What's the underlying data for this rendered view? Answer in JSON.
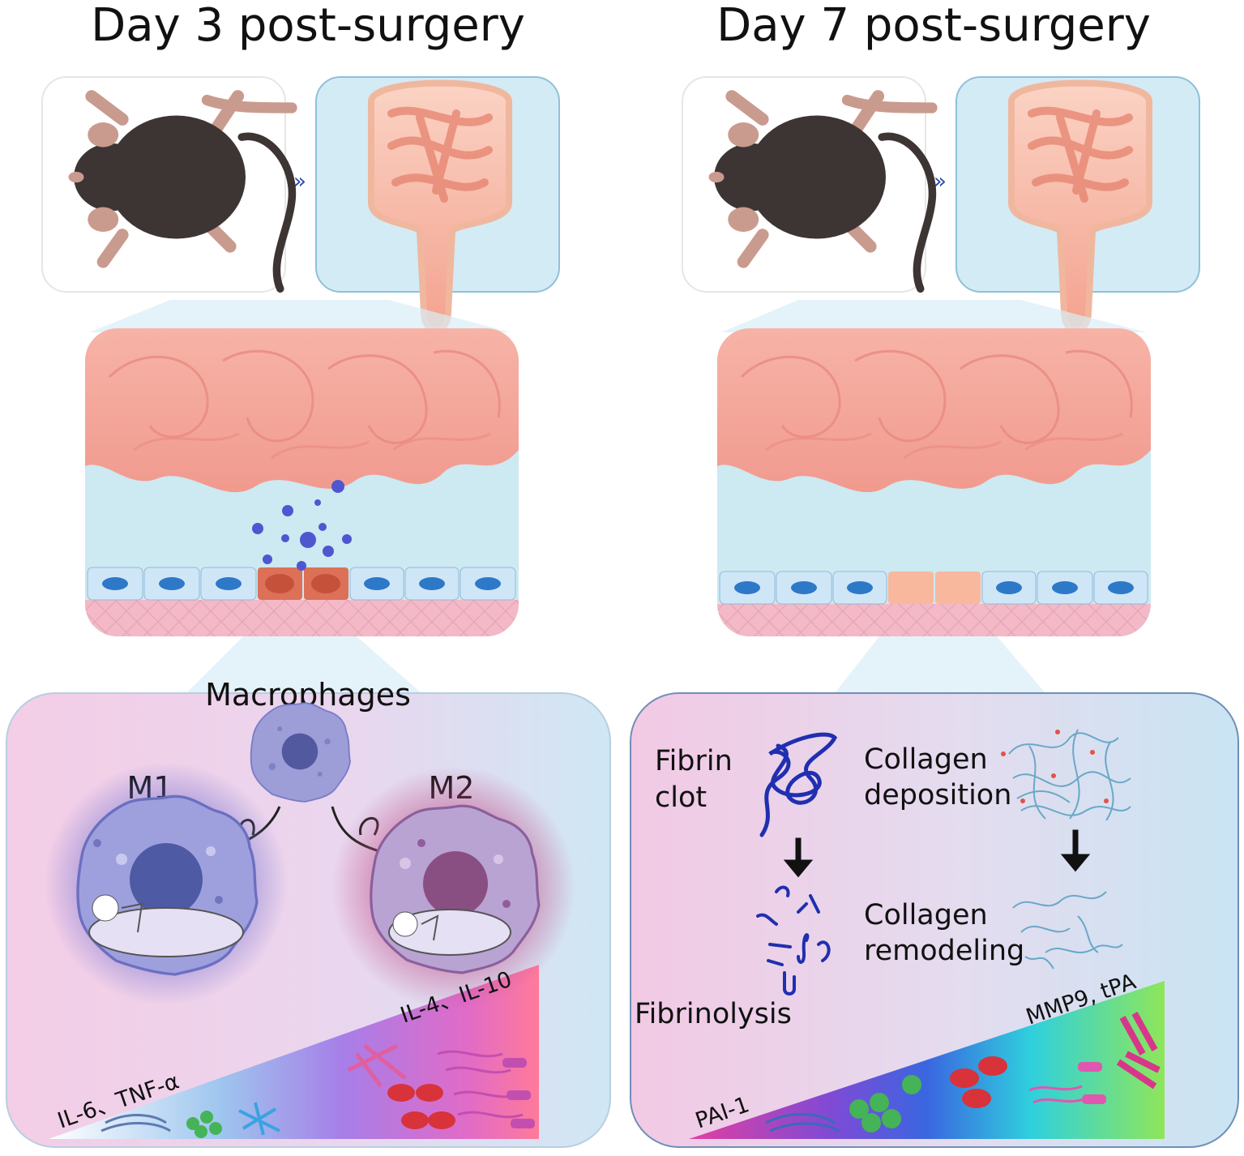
{
  "panels": [
    {
      "title": "Day 3 post-surgery",
      "header": "Macrophages",
      "m1": "M1",
      "m2": "M2",
      "cytokine_low": "IL-6、TNF-α",
      "cytokine_high": "IL-4、IL-10"
    },
    {
      "title": "Day 7 post-surgery",
      "fibrin_clot": [
        "Fibrin",
        "clot"
      ],
      "fibrinolysis": "Fibrinolysis",
      "collagen_deposition": [
        "Collagen",
        "deposition"
      ],
      "collagen_remodeling": [
        "Collagen",
        "remodeling"
      ],
      "marker_low": "PAI-1",
      "marker_high": "MMP9, tPA"
    }
  ],
  "colors": {
    "mouse": "#3d3434",
    "tissue": "#f5a79a",
    "fluid": "#cde9f2",
    "macrophage": "#9d9ed8",
    "m2": "#b57aa6",
    "fibrin": "#1f2fb0",
    "collagen": "#6aa8c7"
  }
}
